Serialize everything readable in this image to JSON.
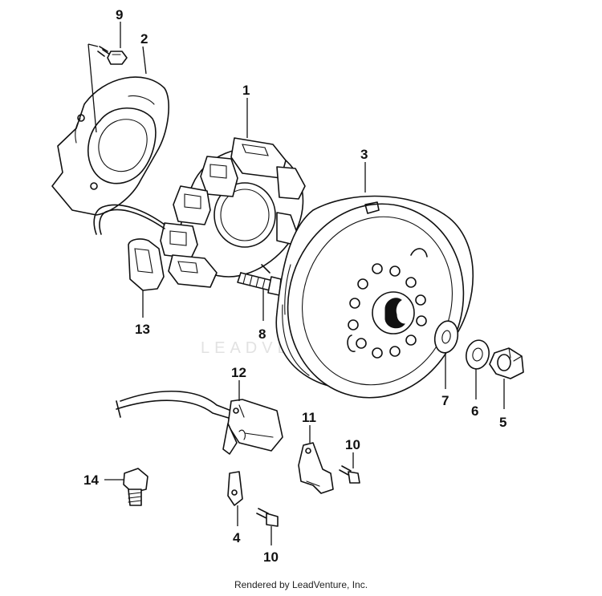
{
  "labels": {
    "p1": "1",
    "p2": "2",
    "p3": "3",
    "p4": "4",
    "p5": "5",
    "p6": "6",
    "p7": "7",
    "p8": "8",
    "p9": "9",
    "p10a": "10",
    "p10b": "10",
    "p11": "11",
    "p12": "12",
    "p13": "13",
    "p14": "14"
  },
  "watermark": "LEADVENTURE",
  "footer": "Rendered by LeadVenture, Inc."
}
